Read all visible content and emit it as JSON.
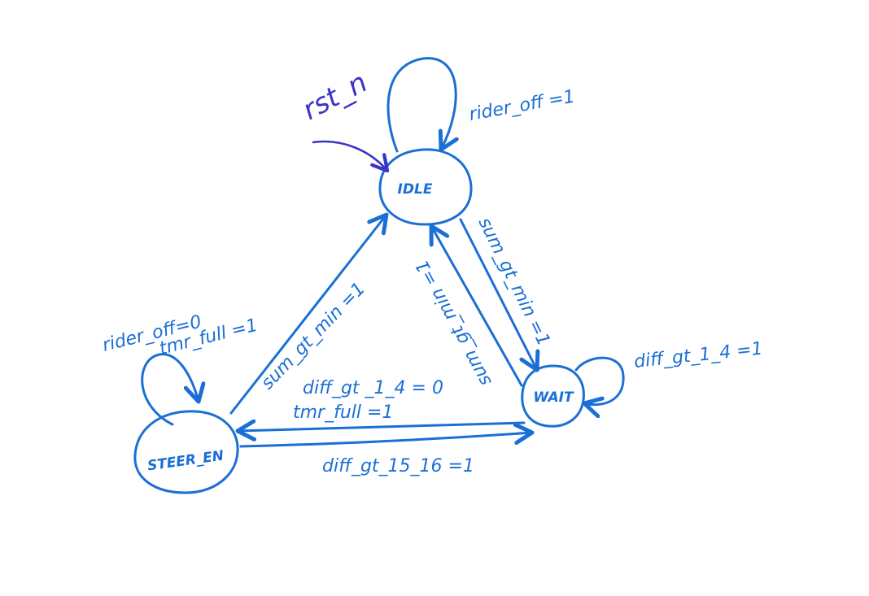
{
  "colors": {
    "ink": "#1a6fd6",
    "reset_ink": "#3a35c8",
    "background": "#ffffff"
  },
  "states": {
    "idle": "IDLE",
    "wait": "WAIT",
    "steer_en": "STEER_EN"
  },
  "reset_label": "rst_n",
  "transitions": {
    "idle_self": "rider_off =1",
    "idle_to_wait": "sum_gt_min =1",
    "wait_to_idle": "sum_gt_min =1",
    "steer_to_idle": "sum_gt_min =1",
    "steer_self_line1": "rider_off=0",
    "steer_self_line2": "tmr_full =1",
    "wait_to_steer_line1": "diff_gt _1_4 = 0",
    "wait_to_steer_line2": "tmr_full =1",
    "steer_to_wait": "diff_gt_15_16 =1",
    "wait_self": "diff_gt_1_4 =1"
  }
}
